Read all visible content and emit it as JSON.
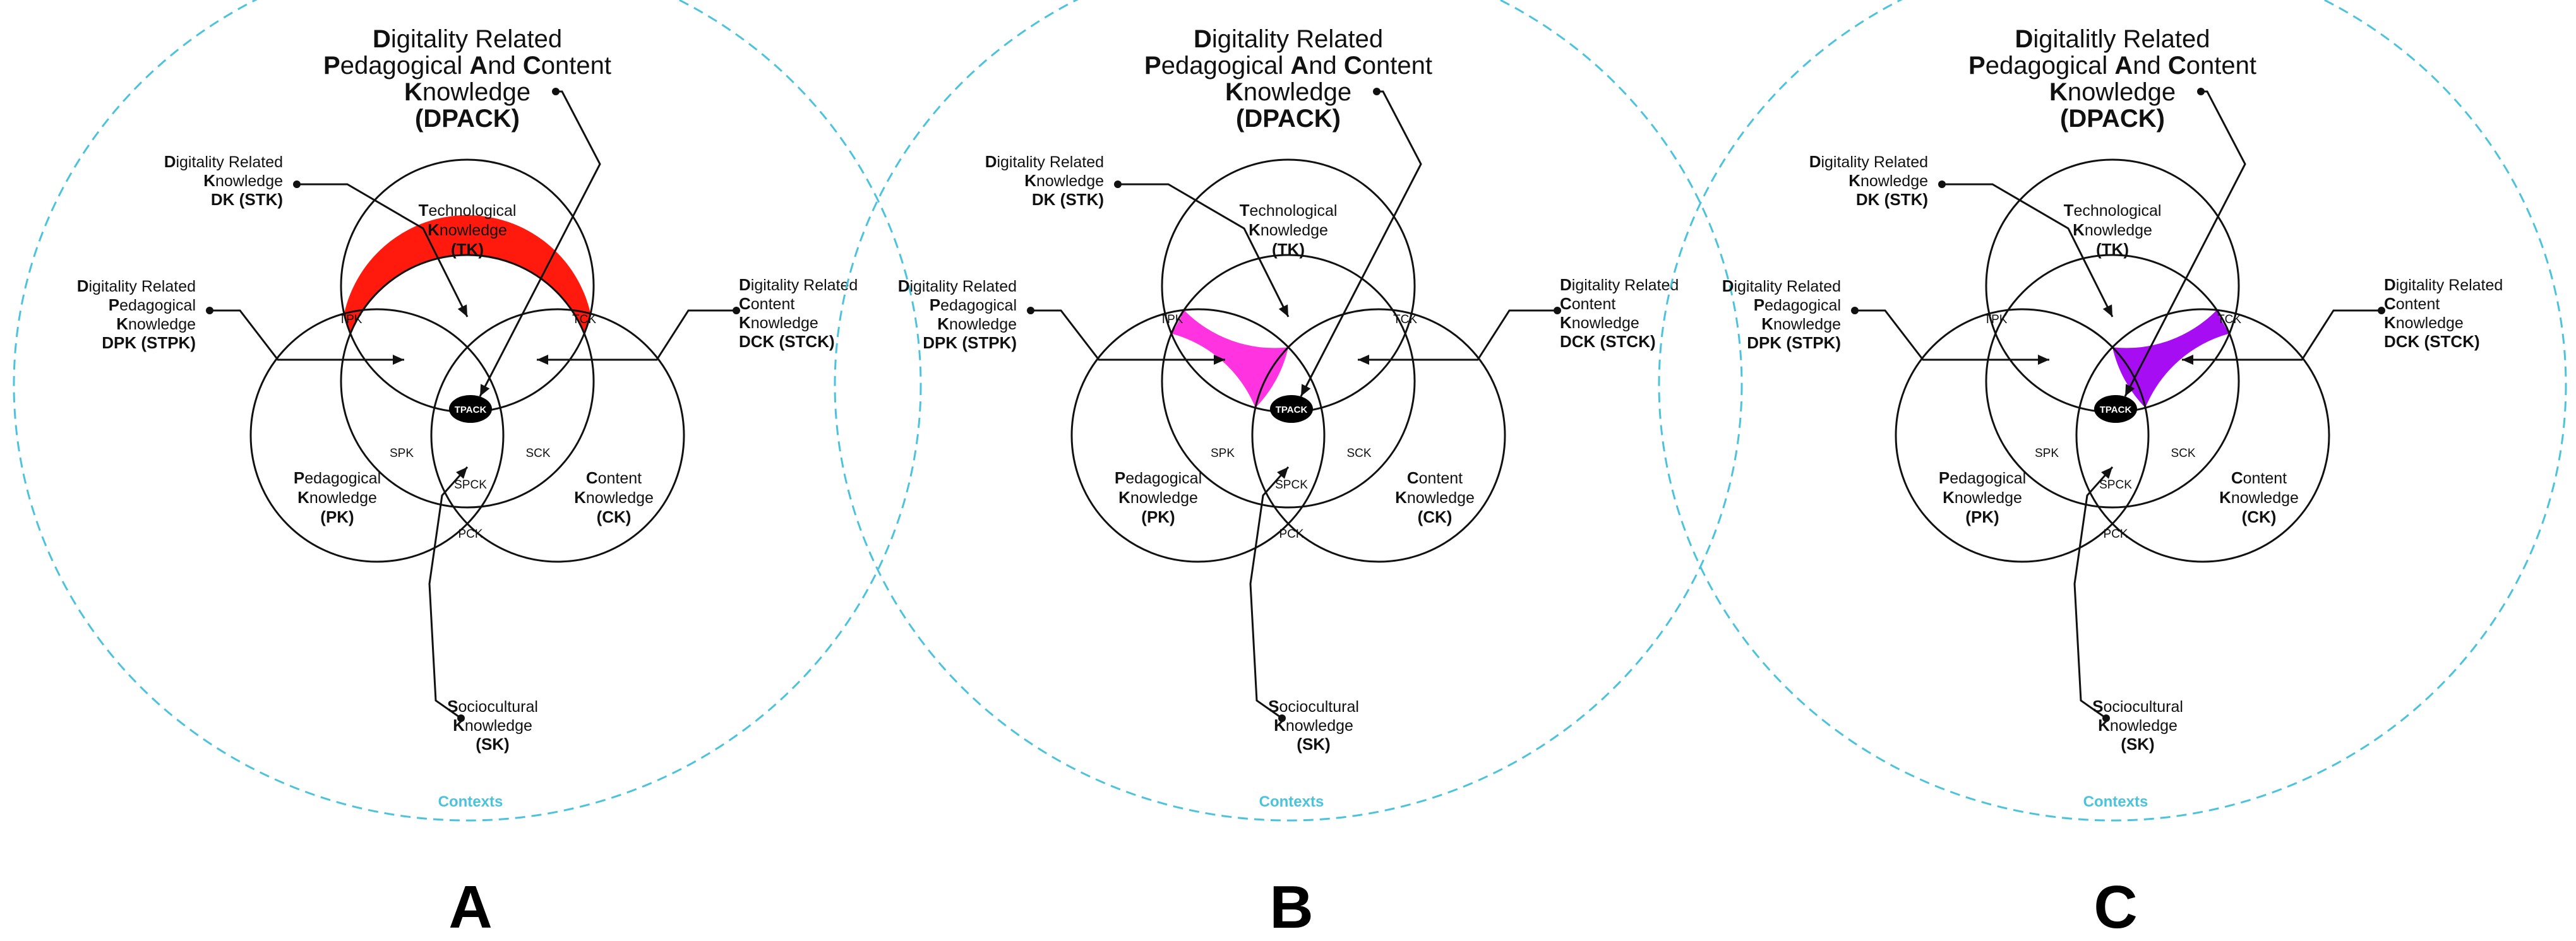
{
  "panels": [
    {
      "letter": "A",
      "highlight": "tpk-tck-top",
      "highlight_color": "#ff1a0d",
      "title": [
        [
          [
            "D",
            true
          ],
          [
            "igitality Related",
            false
          ]
        ],
        [
          [
            "P",
            true
          ],
          [
            "edagogical ",
            false
          ],
          [
            "A",
            true
          ],
          [
            "nd ",
            false
          ],
          [
            "C",
            true
          ],
          [
            "ontent",
            false
          ]
        ],
        [
          [
            "K",
            true
          ],
          [
            "nowledge",
            false
          ]
        ],
        [
          [
            "(DPACK)",
            true
          ]
        ]
      ]
    },
    {
      "letter": "B",
      "highlight": "tpk-spk-left",
      "highlight_color": "#ff33e0",
      "title": [
        [
          [
            "D",
            true
          ],
          [
            "igitality Related",
            false
          ]
        ],
        [
          [
            "P",
            true
          ],
          [
            "edagogical ",
            false
          ],
          [
            "A",
            true
          ],
          [
            "nd ",
            false
          ],
          [
            "C",
            true
          ],
          [
            "ontent",
            false
          ]
        ],
        [
          [
            "K",
            true
          ],
          [
            "nowledge",
            false
          ]
        ],
        [
          [
            "(DPACK)",
            true
          ]
        ]
      ]
    },
    {
      "letter": "C",
      "highlight": "tck-sck-right",
      "highlight_color": "#a60df2",
      "title": [
        [
          [
            "D",
            true
          ],
          [
            "igitalitly Related",
            false
          ]
        ],
        [
          [
            "P",
            true
          ],
          [
            "edagogical ",
            false
          ],
          [
            "A",
            true
          ],
          [
            "nd ",
            false
          ],
          [
            "C",
            true
          ],
          [
            "ontent",
            false
          ]
        ],
        [
          [
            "K",
            true
          ],
          [
            "nowledge",
            false
          ]
        ],
        [
          [
            "(DPACK)",
            true
          ]
        ]
      ]
    }
  ],
  "labels": {
    "stk": [
      [
        [
          "D",
          true
        ],
        [
          "igitality Related",
          false
        ]
      ],
      [
        [
          "K",
          true
        ],
        [
          "nowledge",
          false
        ]
      ],
      [
        [
          "DK (STK)",
          true
        ]
      ]
    ],
    "stpk": [
      [
        [
          "D",
          true
        ],
        [
          "igitality Related",
          false
        ]
      ],
      [
        [
          "P",
          true
        ],
        [
          "edagogical",
          false
        ]
      ],
      [
        [
          "K",
          true
        ],
        [
          "nowledge",
          false
        ]
      ],
      [
        [
          "DPK (STPK)",
          true
        ]
      ]
    ],
    "stck": [
      [
        [
          "D",
          true
        ],
        [
          "igitality Related",
          false
        ]
      ],
      [
        [
          "C",
          true
        ],
        [
          "ontent",
          false
        ]
      ],
      [
        [
          "K",
          true
        ],
        [
          "nowledge",
          false
        ]
      ],
      [
        [
          "DCK (STCK)",
          true
        ]
      ]
    ],
    "tk": [
      [
        [
          "T",
          true
        ],
        [
          "echnological",
          false
        ]
      ],
      [
        [
          "K",
          true
        ],
        [
          "nowledge",
          false
        ]
      ],
      [
        [
          "(TK)",
          true
        ]
      ]
    ],
    "pk": [
      [
        [
          "P",
          true
        ],
        [
          "edagogical",
          false
        ]
      ],
      [
        [
          "K",
          true
        ],
        [
          "nowledge",
          false
        ]
      ],
      [
        [
          "(PK)",
          true
        ]
      ]
    ],
    "ck": [
      [
        [
          "C",
          true
        ],
        [
          "ontent",
          false
        ]
      ],
      [
        [
          "K",
          true
        ],
        [
          "nowledge",
          false
        ]
      ],
      [
        [
          "(CK)",
          true
        ]
      ]
    ],
    "sk": [
      [
        [
          "S",
          true
        ],
        [
          "ociocultural",
          false
        ]
      ],
      [
        [
          "K",
          true
        ],
        [
          "nowledge",
          false
        ]
      ],
      [
        [
          "(SK)",
          true
        ]
      ]
    ]
  },
  "small_labels": {
    "tpk": "TPK",
    "tck": "TCK",
    "spk": "SPK",
    "sck": "SCK",
    "spck": "SPCK",
    "pck": "PCK",
    "tpack": "TPACK"
  },
  "contexts_label": "Contexts",
  "contexts_color": "#4cc3dc"
}
